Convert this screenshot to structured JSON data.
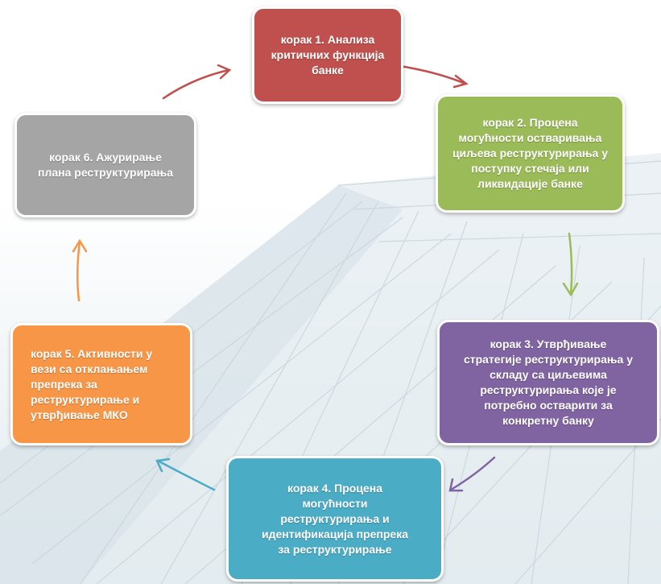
{
  "steps": [
    {
      "label": "корак 1. Анализа\nкритичних функција\nбанке",
      "color": "#c0504d"
    },
    {
      "label": "корак 2. Процена\nмогућности остваривања\nциљева реструктурирања у\nпоступку стечаја или\nликвидације банке",
      "color": "#9bbb59"
    },
    {
      "label": "корак 3. Утврђивање\nстратегије реструктурирања у\nскладу са циљевима\nреструктурирања које је\nпотребно остварити за\nконкретну банку",
      "color": "#8064a2"
    },
    {
      "label": "корак 4. Процена\nмогућности\nреструктурирања и\nидентификација препрека\nза реструктурирање",
      "color": "#4bacc6"
    },
    {
      "label": "корак 5. Активности у\nвези са отклањањем\nпрепрека за\nреструктурирање и\nутврђивање МКО",
      "color": "#f79646"
    },
    {
      "label": "корак 6. Ажурирање\nплана реструктурирања",
      "color": "#a5a5a5"
    }
  ],
  "arrows": {
    "1-2": "#c0504d",
    "2-3": "#9bbb59",
    "3-4": "#8064a2",
    "4-5": "#4bacc6",
    "5-6": "#f79646",
    "6-1": "#c0504d"
  }
}
